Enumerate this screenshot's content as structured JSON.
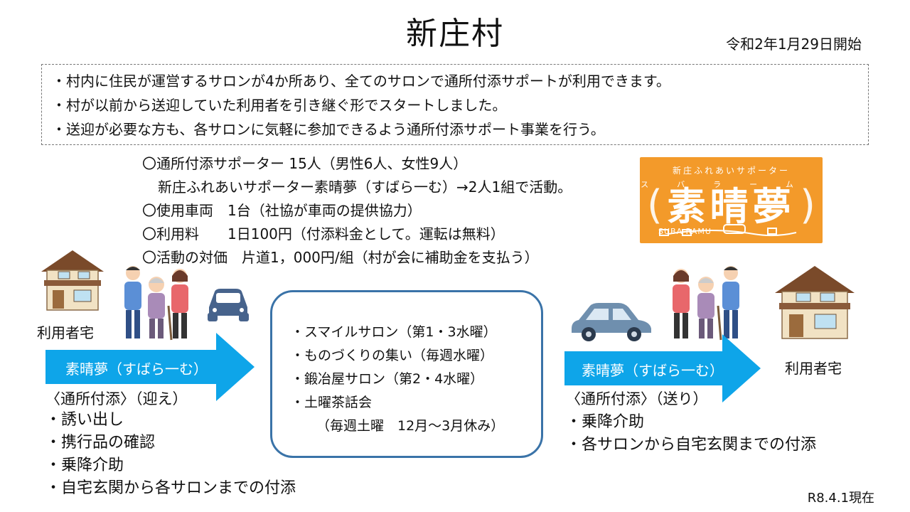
{
  "title": "新庄村",
  "start_date": "令和2年1月29日開始",
  "notes": [
    "・村内に住民が運営するサロンが4か所あり、全てのサロンで通所付添サポートが利用できます。",
    "・村が以前から送迎していた利用者を引き継ぐ形でスタートしました。",
    "・送迎が必要な方も、各サロンに気軽に参加できるよう通所付添サポート事業を行う。"
  ],
  "info": {
    "supporters": "〇通所付添サポーター 15人（男性6人、女性9人）",
    "team": "新庄ふれあいサポーター素晴夢（すばら一む）→2人1組で活動。",
    "vehicle": "〇使用車両　1台（社協が車両の提供協力）",
    "fee": "〇利用料　　1日100円（付添料金として。運転は無料）",
    "compensation": "〇活動の対価　片道1，000円/組（村が会に補助金を支払う）"
  },
  "logo": {
    "subtitle": "新庄ふれあいサポーター",
    "ruby": "スバラーム",
    "main": "素晴夢",
    "foot": "SUBA RAMU"
  },
  "left": {
    "home_label": "利用者宅",
    "arrow_label": "素晴夢（すばら一む）",
    "section_title": "〈通所付添〉（迎え）",
    "items": [
      "・誘い出し",
      "・携行品の確認",
      "・乗降介助",
      "・自宅玄関から各サロンまでの付添"
    ]
  },
  "salons": {
    "s1": "・スマイルサロン（第1・3水曜）",
    "s2": "・ものづくりの集い（毎週水曜）",
    "s3": "・鍛冶屋サロン（第2・4水曜）",
    "s4": "・土曜茶話会",
    "s4_note": "（毎週土曜　12月～3月休み）"
  },
  "right": {
    "home_label": "利用者宅",
    "arrow_label": "素晴夢（すばら一む）",
    "section_title": "〈通所付添〉（送り）",
    "items": [
      "・乗降介助",
      "・各サロンから自宅玄関までの付添"
    ]
  },
  "as_of": "R8.4.1現在",
  "colors": {
    "arrow": "#0ea5e9",
    "salon_border": "#3a73a8",
    "logo_bg": "#f39a2a",
    "car_dark": "#47638c",
    "car_light": "#6f8fae"
  },
  "icons": [
    "house-icon",
    "caregivers-icon",
    "car-icon",
    "arrow-right-icon",
    "logo-image"
  ]
}
